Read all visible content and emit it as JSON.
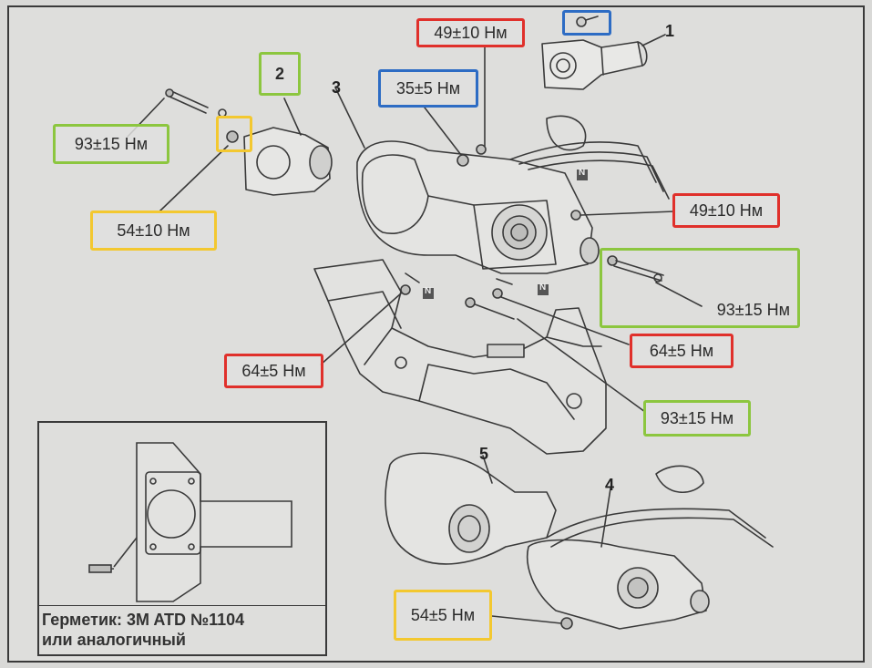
{
  "callouts": {
    "c_49_top": "49±10 Нм",
    "c_35": "35±5 Нм",
    "c_93_left": "93±15 Нм",
    "c_54_left": "54±10 Нм",
    "c_49_right": "49±10 Нм",
    "c_93_right": "93±15 Нм",
    "c_64_right": "64±5 Нм",
    "c_64_left": "64±5 Нм",
    "c_93_bottom": "93±15 Нм",
    "c_54_bottom": "54±5 Нм"
  },
  "part_numbers": {
    "p1": "1",
    "p2": "2",
    "p3": "3",
    "p4": "4",
    "p5": "5"
  },
  "inset": {
    "caption_line1": "Герметик: 3M ATD №1104",
    "caption_line2": "или аналогичный"
  },
  "symbols": {
    "n_marker": "N"
  },
  "colors": {
    "red": "#e0302b",
    "blue": "#2d6cc4",
    "green": "#8cc63f",
    "yellow": "#f3c830"
  }
}
